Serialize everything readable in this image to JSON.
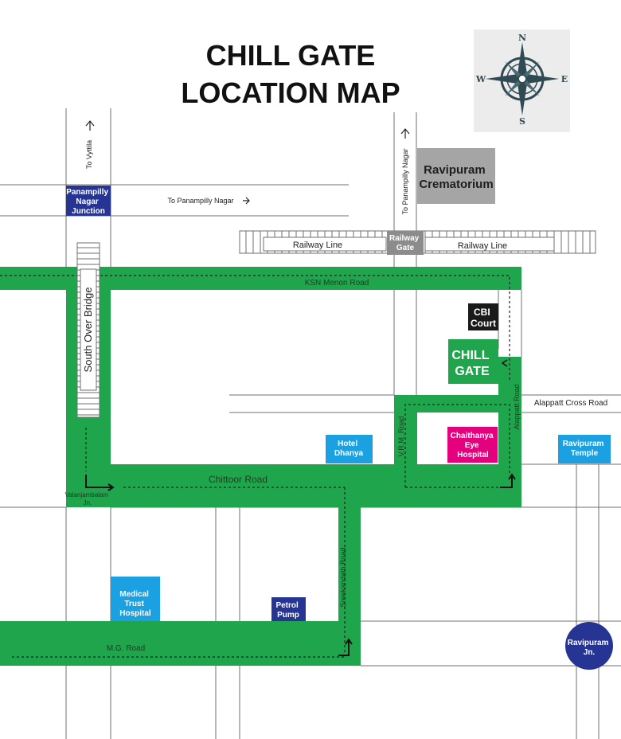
{
  "title": {
    "line1": "CHILL GATE",
    "line2": "LOCATION MAP"
  },
  "compass": {
    "n": "N",
    "s": "S",
    "e": "E",
    "w": "W",
    "icon": "compass-rose-icon"
  },
  "colors": {
    "road_green": "#1fa64d",
    "navy": "#263593",
    "blue": "#1ba0e1",
    "magenta": "#e5007e",
    "dark": "#1a1a1a",
    "gray": "#9a9a9a",
    "line": "#6f6f6f"
  },
  "roads": {
    "ksn_menon": "KSN Menon Road",
    "chittoor": "Chittoor Road",
    "mg": "M.G. Road",
    "sreekandath": "Sreekandath Road",
    "vrm": "V.R.M. Road",
    "alappatt": "Alappatt Road",
    "alappatt_cross": "Alappatt Cross Road",
    "south_over_bridge": "South Over Bridge",
    "railway_line": "Railway Line",
    "to_vyttila": "To Vyttila",
    "to_panampilly_nagar_h": "To Panampilly Nagar",
    "to_panampilly_nagar_v": "To Panampilly Nagar",
    "valanjambalam_1": "Valanjambalam",
    "valanjambalam_2": "Jn."
  },
  "landmarks": {
    "panampilly": [
      "Panampilly",
      "Nagar",
      "Junction"
    ],
    "railway_gate": [
      "Railway",
      "Gate"
    ],
    "crematorium": [
      "Ravipuram",
      "Crematorium"
    ],
    "cbi_court": [
      "CBI",
      "Court"
    ],
    "chill_gate": [
      "CHILL",
      "GATE"
    ],
    "chaithanya": [
      "Chaithanya",
      "Eye",
      "Hospital"
    ],
    "hotel_dhanya": [
      "Hotel",
      "Dhanya"
    ],
    "ravipuram_temple": [
      "Ravipuram",
      "Temple"
    ],
    "medical_trust": [
      "Medical",
      "Trust",
      "Hospital"
    ],
    "petrol_pump": [
      "Petrol",
      "Pump"
    ],
    "ravipuram_jn": [
      "Ravipuram",
      "Jn."
    ]
  }
}
